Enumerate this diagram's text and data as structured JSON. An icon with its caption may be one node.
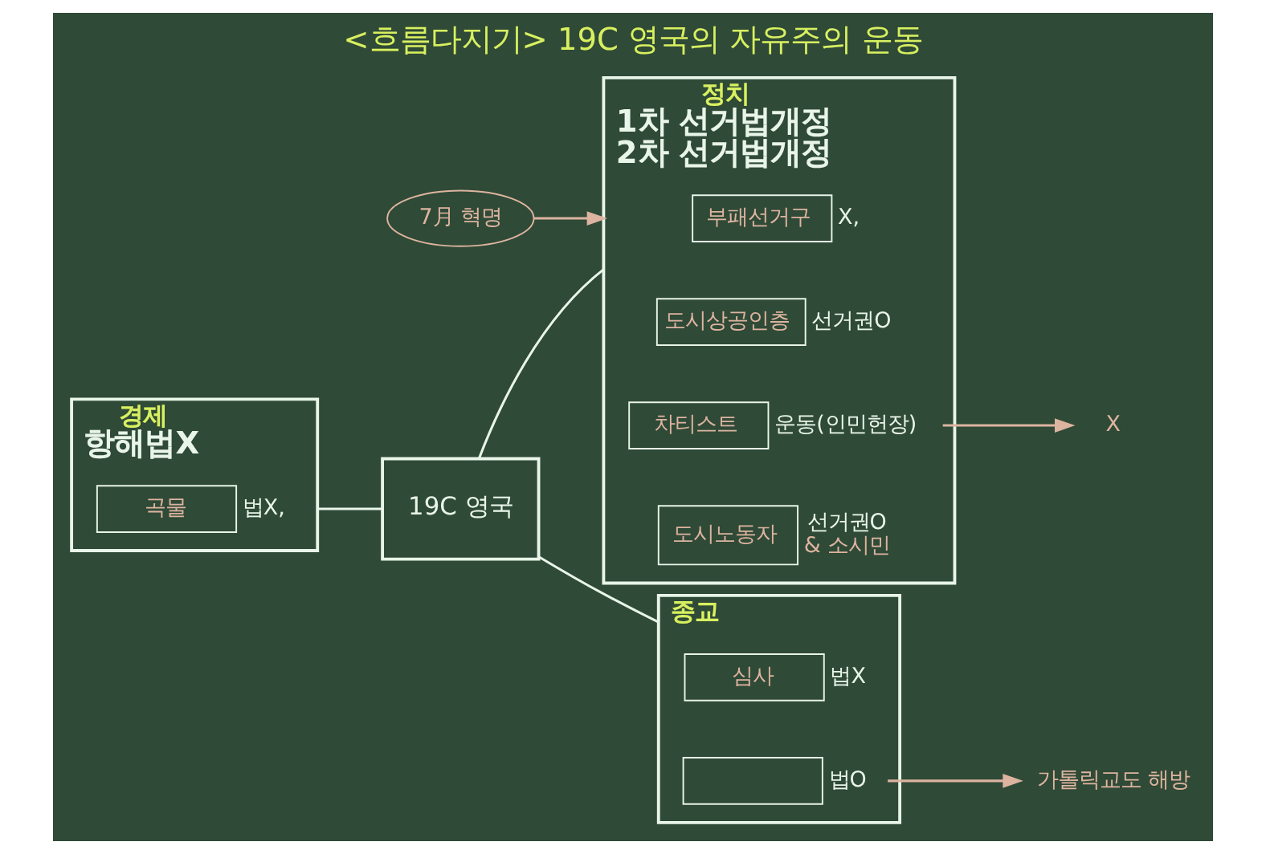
{
  "diagram": {
    "title": "<흐름다지기> 19C 영국의 자유주의 운동",
    "nodes": [
      {
        "text": [
          "경제",
          "항해법X"
        ]
      },
      {
        "text": [
          "곡물"
        ],
        "in": 0,
        "beside": [
          "법X,"
        ]
      },
      {
        "text": [
          "19C 영국"
        ]
      },
      {
        "text": [
          "정치",
          "1차 선거법개정",
          "2차 선거법개정"
        ]
      },
      {
        "text": [
          "부패선거구"
        ],
        "in": 3,
        "beside": [
          "X,"
        ]
      },
      {
        "text": [
          "도시상공인층"
        ],
        "in": 3,
        "beside": [
          "선거권O"
        ]
      },
      {
        "text": [
          "차티스트"
        ],
        "in": 3,
        "beside": [
          "운동(인민헌장)"
        ]
      },
      {
        "text": [
          "도시노동자"
        ],
        "in": 3,
        "beside": [
          "선거권O",
          "& 소시민"
        ]
      },
      {
        "text": [
          "7月 혁명"
        ]
      },
      {
        "text": [
          "X"
        ]
      },
      {
        "text": [
          "종교"
        ]
      },
      {
        "text": [
          "심사"
        ],
        "in": 10,
        "beside": [
          "법X"
        ]
      },
      {
        "text": [],
        "shape": "box",
        "in": 10,
        "beside": [
          "법O"
        ]
      },
      {
        "text": [
          "가톨릭교도 해방"
        ]
      }
    ],
    "edges": [
      {
        "from": 0,
        "to": 2,
        "arrow": "none"
      },
      {
        "from": 2,
        "to": 3,
        "arrow": "none"
      },
      {
        "from": 2,
        "to": 10,
        "arrow": "none"
      },
      {
        "from": 8,
        "to": 3,
        "arrow": "to"
      },
      {
        "from": 6,
        "to": 9,
        "arrow": "to"
      },
      {
        "from": 12,
        "to": 13,
        "arrow": "to"
      }
    ]
  }
}
